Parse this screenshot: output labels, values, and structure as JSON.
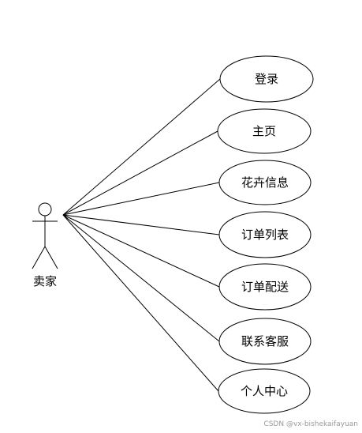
{
  "actor": {
    "label": "卖家"
  },
  "use_cases": [
    {
      "label": "登录"
    },
    {
      "label": "主页"
    },
    {
      "label": "花卉信息"
    },
    {
      "label": "订单列表"
    },
    {
      "label": "订单配送"
    },
    {
      "label": "联系客服"
    },
    {
      "label": "个人中心"
    }
  ],
  "watermark": "CSDN @vx-bishekaifayuan"
}
